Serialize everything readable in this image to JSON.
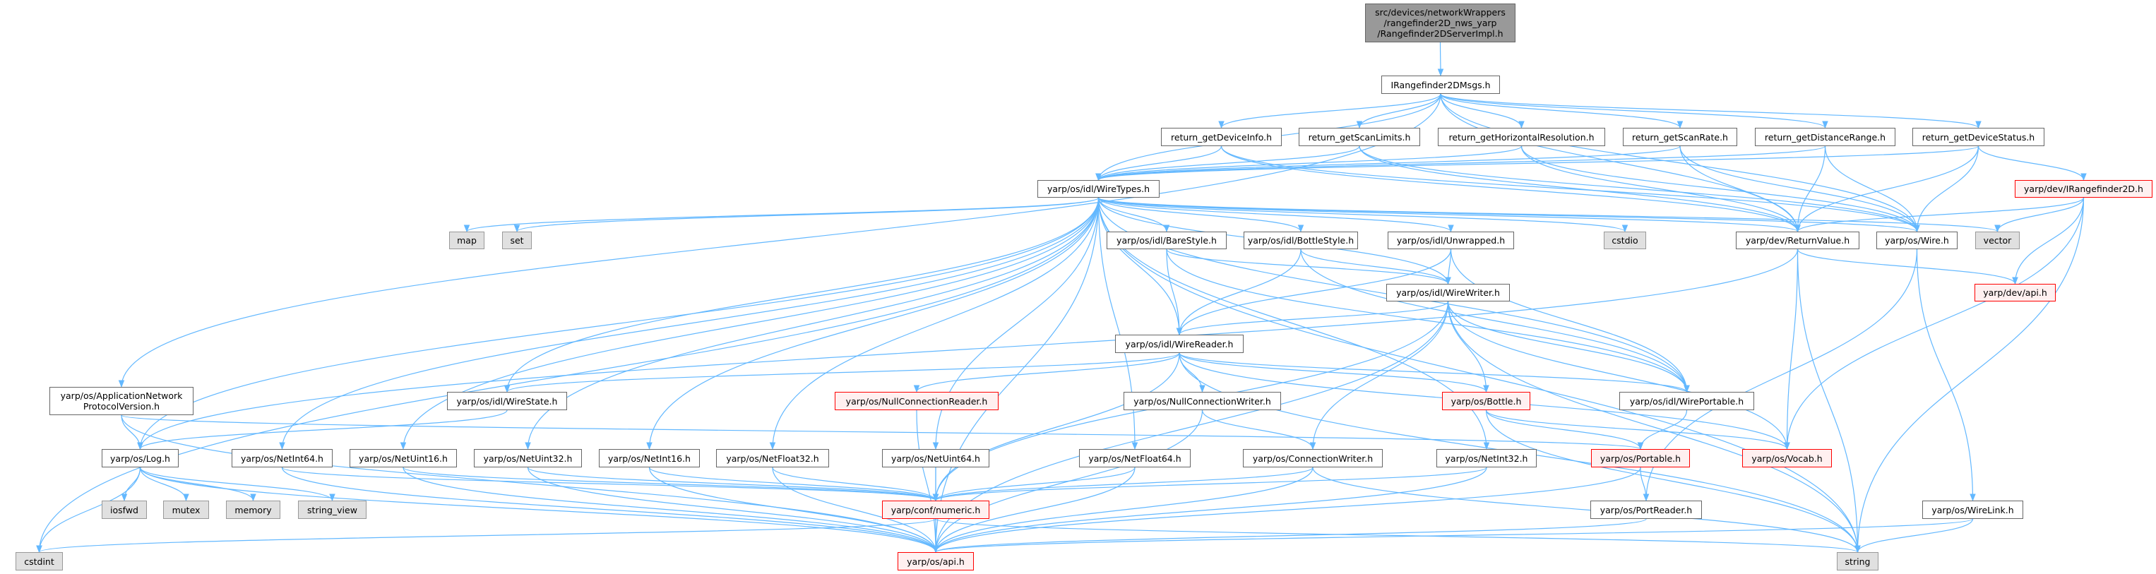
{
  "colors": {
    "edge": "#63b8ff",
    "root_fill": "#999999",
    "red_border": "#ff0000",
    "red_fill": "#fff0f0",
    "sys_fill": "#e0e0e0"
  },
  "nodes": {
    "root": {
      "label": "src/devices/networkWrappers\n/rangefinder2D_nws_yarp\n/Rangefinder2DServerImpl.h",
      "kind": "root"
    },
    "msgs": {
      "label": "IRangefinder2DMsgs.h",
      "kind": "normal"
    },
    "devinfo": {
      "label": "return_getDeviceInfo.h",
      "kind": "normal"
    },
    "scanlimits": {
      "label": "return_getScanLimits.h",
      "kind": "normal"
    },
    "horizres": {
      "label": "return_getHorizontalResolution.h",
      "kind": "normal"
    },
    "scanrate": {
      "label": "return_getScanRate.h",
      "kind": "normal"
    },
    "distrange": {
      "label": "return_getDistanceRange.h",
      "kind": "normal"
    },
    "devstatus": {
      "label": "return_getDeviceStatus.h",
      "kind": "normal"
    },
    "wiretypes": {
      "label": "yarp/os/idl/WireTypes.h",
      "kind": "normal"
    },
    "irange": {
      "label": "yarp/dev/IRangefinder2D.h",
      "kind": "red"
    },
    "map": {
      "label": "map",
      "kind": "sys"
    },
    "set": {
      "label": "set",
      "kind": "sys"
    },
    "barestyle": {
      "label": "yarp/os/idl/BareStyle.h",
      "kind": "normal"
    },
    "bottlestyle": {
      "label": "yarp/os/idl/BottleStyle.h",
      "kind": "normal"
    },
    "unwrapped": {
      "label": "yarp/os/idl/Unwrapped.h",
      "kind": "normal"
    },
    "cstdio": {
      "label": "cstdio",
      "kind": "sys"
    },
    "returnvalue": {
      "label": "yarp/dev/ReturnValue.h",
      "kind": "normal"
    },
    "wire": {
      "label": "yarp/os/Wire.h",
      "kind": "normal"
    },
    "vector": {
      "label": "vector",
      "kind": "sys"
    },
    "wirewriter": {
      "label": "yarp/os/idl/WireWriter.h",
      "kind": "normal"
    },
    "devapi": {
      "label": "yarp/dev/api.h",
      "kind": "red"
    },
    "wirereader": {
      "label": "yarp/os/idl/WireReader.h",
      "kind": "normal"
    },
    "appnet": {
      "label": "yarp/os/ApplicationNetwork\nProtocolVersion.h",
      "kind": "normal"
    },
    "wirestate": {
      "label": "yarp/os/idl/WireState.h",
      "kind": "normal"
    },
    "nullreader": {
      "label": "yarp/os/NullConnectionReader.h",
      "kind": "red"
    },
    "nullwriter": {
      "label": "yarp/os/NullConnectionWriter.h",
      "kind": "normal"
    },
    "bottle": {
      "label": "yarp/os/Bottle.h",
      "kind": "red"
    },
    "wireportable": {
      "label": "yarp/os/idl/WirePortable.h",
      "kind": "normal"
    },
    "log": {
      "label": "yarp/os/Log.h",
      "kind": "normal"
    },
    "netint64": {
      "label": "yarp/os/NetInt64.h",
      "kind": "normal"
    },
    "netuint16": {
      "label": "yarp/os/NetUint16.h",
      "kind": "normal"
    },
    "netuint32": {
      "label": "yarp/os/NetUint32.h",
      "kind": "normal"
    },
    "netint16": {
      "label": "yarp/os/NetInt16.h",
      "kind": "normal"
    },
    "netfloat32": {
      "label": "yarp/os/NetFloat32.h",
      "kind": "normal"
    },
    "netuint64": {
      "label": "yarp/os/NetUint64.h",
      "kind": "normal"
    },
    "netfloat64": {
      "label": "yarp/os/NetFloat64.h",
      "kind": "normal"
    },
    "connwriter": {
      "label": "yarp/os/ConnectionWriter.h",
      "kind": "normal"
    },
    "netint32": {
      "label": "yarp/os/NetInt32.h",
      "kind": "normal"
    },
    "portable": {
      "label": "yarp/os/Portable.h",
      "kind": "red"
    },
    "vocab": {
      "label": "yarp/os/Vocab.h",
      "kind": "red"
    },
    "iosfwd": {
      "label": "iosfwd",
      "kind": "sys"
    },
    "mutex": {
      "label": "mutex",
      "kind": "sys"
    },
    "memory": {
      "label": "memory",
      "kind": "sys"
    },
    "string_view": {
      "label": "string_view",
      "kind": "sys"
    },
    "numeric": {
      "label": "yarp/conf/numeric.h",
      "kind": "red"
    },
    "portreader": {
      "label": "yarp/os/PortReader.h",
      "kind": "normal"
    },
    "wirelink": {
      "label": "yarp/os/WireLink.h",
      "kind": "normal"
    },
    "cstdint": {
      "label": "cstdint",
      "kind": "sys"
    },
    "osapi": {
      "label": "yarp/os/api.h",
      "kind": "red"
    },
    "string": {
      "label": "string",
      "kind": "sys"
    }
  },
  "edges": [
    [
      "root",
      "msgs"
    ],
    [
      "msgs",
      "appnet"
    ],
    [
      "msgs",
      "wiretypes"
    ],
    [
      "msgs",
      "devinfo"
    ],
    [
      "msgs",
      "scanlimits"
    ],
    [
      "msgs",
      "horizres"
    ],
    [
      "msgs",
      "scanrate"
    ],
    [
      "msgs",
      "distrange"
    ],
    [
      "msgs",
      "devstatus"
    ],
    [
      "msgs",
      "wire"
    ],
    [
      "msgs",
      "returnvalue"
    ],
    [
      "devinfo",
      "wiretypes"
    ],
    [
      "devinfo",
      "returnvalue"
    ],
    [
      "devinfo",
      "wire"
    ],
    [
      "scanlimits",
      "wiretypes"
    ],
    [
      "scanlimits",
      "returnvalue"
    ],
    [
      "scanlimits",
      "wire"
    ],
    [
      "horizres",
      "wiretypes"
    ],
    [
      "horizres",
      "returnvalue"
    ],
    [
      "horizres",
      "wire"
    ],
    [
      "scanrate",
      "wiretypes"
    ],
    [
      "scanrate",
      "returnvalue"
    ],
    [
      "scanrate",
      "wire"
    ],
    [
      "distrange",
      "wiretypes"
    ],
    [
      "distrange",
      "returnvalue"
    ],
    [
      "distrange",
      "wire"
    ],
    [
      "devstatus",
      "wiretypes"
    ],
    [
      "devstatus",
      "returnvalue"
    ],
    [
      "devstatus",
      "wire"
    ],
    [
      "devstatus",
      "irange"
    ],
    [
      "irange",
      "returnvalue"
    ],
    [
      "irange",
      "vector"
    ],
    [
      "irange",
      "devapi"
    ],
    [
      "irange",
      "vocab"
    ],
    [
      "irange",
      "string"
    ],
    [
      "returnvalue",
      "devapi"
    ],
    [
      "returnvalue",
      "log"
    ],
    [
      "returnvalue",
      "vocab"
    ],
    [
      "returnvalue",
      "string"
    ],
    [
      "wire",
      "portreader"
    ],
    [
      "wire",
      "wirelink"
    ],
    [
      "wiretypes",
      "map"
    ],
    [
      "wiretypes",
      "set"
    ],
    [
      "wiretypes",
      "cstdint"
    ],
    [
      "wiretypes",
      "cstdio"
    ],
    [
      "wiretypes",
      "string"
    ],
    [
      "wiretypes",
      "vector"
    ],
    [
      "wiretypes",
      "returnvalue"
    ],
    [
      "wiretypes",
      "wire"
    ],
    [
      "wiretypes",
      "barestyle"
    ],
    [
      "wiretypes",
      "bottlestyle"
    ],
    [
      "wiretypes",
      "unwrapped"
    ],
    [
      "wiretypes",
      "wirereader"
    ],
    [
      "wiretypes",
      "wirewriter"
    ],
    [
      "wiretypes",
      "wirestate"
    ],
    [
      "wiretypes",
      "wireportable"
    ],
    [
      "wiretypes",
      "netint16"
    ],
    [
      "wiretypes",
      "netint32"
    ],
    [
      "wiretypes",
      "netint64"
    ],
    [
      "wiretypes",
      "netuint16"
    ],
    [
      "wiretypes",
      "netuint32"
    ],
    [
      "wiretypes",
      "netuint64"
    ],
    [
      "wiretypes",
      "netfloat32"
    ],
    [
      "wiretypes",
      "netfloat64"
    ],
    [
      "wiretypes",
      "log"
    ],
    [
      "wiretypes",
      "osapi"
    ],
    [
      "barestyle",
      "wirereader"
    ],
    [
      "barestyle",
      "wirewriter"
    ],
    [
      "barestyle",
      "wireportable"
    ],
    [
      "bottlestyle",
      "wirereader"
    ],
    [
      "bottlestyle",
      "wirewriter"
    ],
    [
      "bottlestyle",
      "wireportable"
    ],
    [
      "unwrapped",
      "wirereader"
    ],
    [
      "unwrapped",
      "wirewriter"
    ],
    [
      "unwrapped",
      "wireportable"
    ],
    [
      "wirewriter",
      "wirereader"
    ],
    [
      "wirewriter",
      "wireportable"
    ],
    [
      "wirewriter",
      "bottle"
    ],
    [
      "wirewriter",
      "vocab"
    ],
    [
      "wirewriter",
      "string"
    ],
    [
      "wirewriter",
      "numeric"
    ],
    [
      "wirewriter",
      "connwriter"
    ],
    [
      "wirewriter",
      "osapi"
    ],
    [
      "wirereader",
      "wirestate"
    ],
    [
      "wirereader",
      "nullreader"
    ],
    [
      "wirereader",
      "nullwriter"
    ],
    [
      "wirereader",
      "bottle"
    ],
    [
      "wirereader",
      "wireportable"
    ],
    [
      "wirereader",
      "vocab"
    ],
    [
      "wirereader",
      "numeric"
    ],
    [
      "wirereader",
      "string"
    ],
    [
      "nullreader",
      "osapi"
    ],
    [
      "nullwriter",
      "connwriter"
    ],
    [
      "nullwriter",
      "osapi"
    ],
    [
      "connwriter",
      "numeric"
    ],
    [
      "connwriter",
      "osapi"
    ],
    [
      "connwriter",
      "string"
    ],
    [
      "bottle",
      "portable"
    ],
    [
      "bottle",
      "vocab"
    ],
    [
      "bottle",
      "string"
    ],
    [
      "wireportable",
      "portable"
    ],
    [
      "portable",
      "portreader"
    ],
    [
      "portable",
      "osapi"
    ],
    [
      "portreader",
      "osapi"
    ],
    [
      "wirelink",
      "osapi"
    ],
    [
      "wirelink",
      "string"
    ],
    [
      "netint16",
      "numeric"
    ],
    [
      "netint16",
      "osapi"
    ],
    [
      "netint32",
      "numeric"
    ],
    [
      "netint32",
      "osapi"
    ],
    [
      "netint64",
      "numeric"
    ],
    [
      "netint64",
      "osapi"
    ],
    [
      "netuint16",
      "numeric"
    ],
    [
      "netuint16",
      "osapi"
    ],
    [
      "netuint32",
      "numeric"
    ],
    [
      "netuint32",
      "osapi"
    ],
    [
      "netuint64",
      "numeric"
    ],
    [
      "netuint64",
      "osapi"
    ],
    [
      "netfloat32",
      "numeric"
    ],
    [
      "netfloat32",
      "osapi"
    ],
    [
      "netfloat64",
      "numeric"
    ],
    [
      "netfloat64",
      "osapi"
    ],
    [
      "numeric",
      "cstdint"
    ],
    [
      "numeric",
      "string"
    ],
    [
      "log",
      "iosfwd"
    ],
    [
      "log",
      "mutex"
    ],
    [
      "log",
      "memory"
    ],
    [
      "log",
      "string_view"
    ],
    [
      "log",
      "cstdint"
    ],
    [
      "log",
      "osapi"
    ],
    [
      "appnet",
      "log"
    ],
    [
      "appnet",
      "osapi"
    ],
    [
      "appnet",
      "portable"
    ],
    [
      "wirestate",
      "log"
    ]
  ]
}
